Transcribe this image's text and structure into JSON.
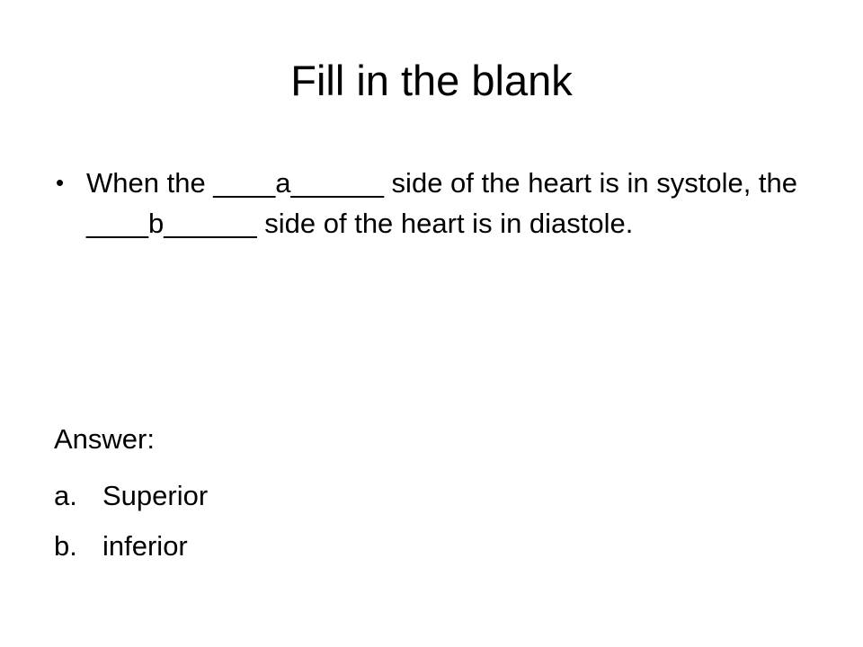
{
  "slide": {
    "title": "Fill in the blank",
    "bullets": [
      {
        "marker": "•",
        "text": "When the ____a______ side of the heart is in systole, the ____b______ side of the heart is in diastole."
      }
    ],
    "answer_heading": "Answer:",
    "answers": [
      {
        "letter": "a.",
        "text": "Superior"
      },
      {
        "letter": "b.",
        "text": "inferior"
      }
    ]
  }
}
